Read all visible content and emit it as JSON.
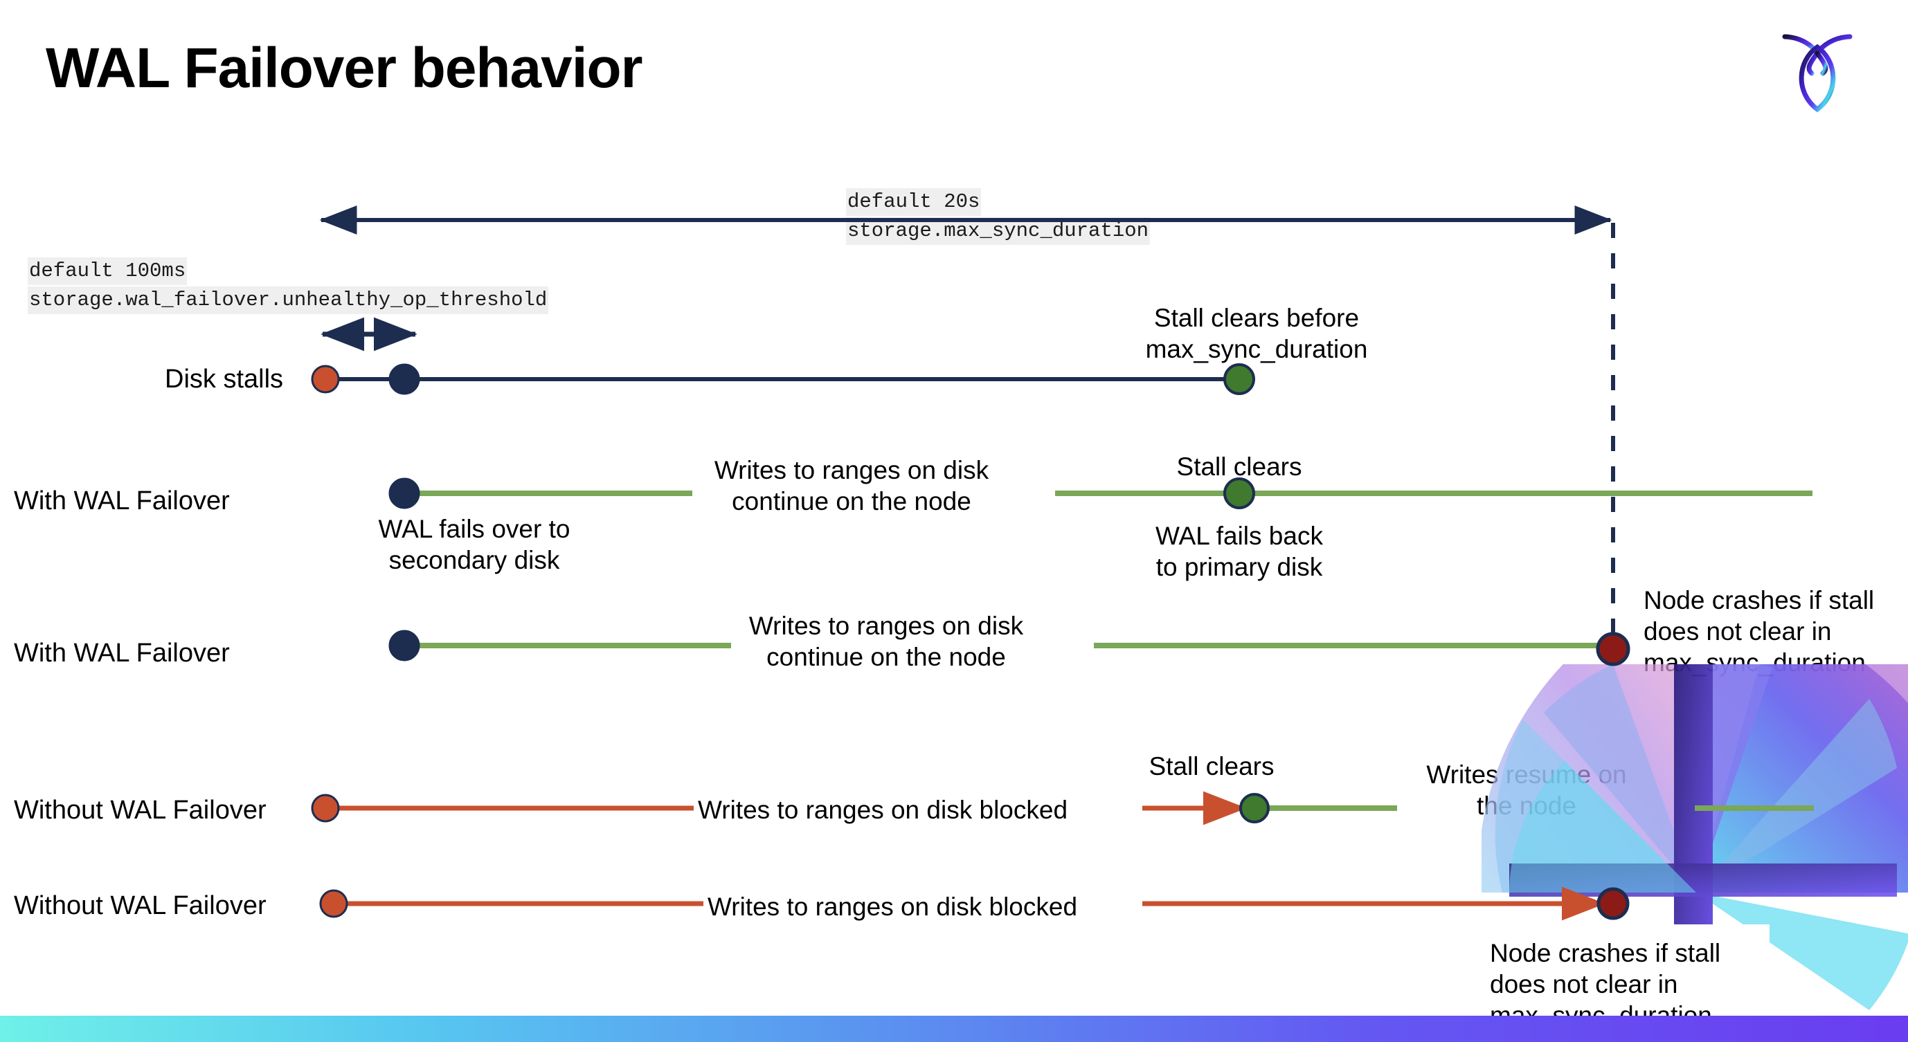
{
  "slide": {
    "title": "WAL Failover behavior",
    "logo_icon": "cockroach-logo-icon",
    "accent_navy": "#1d2d50",
    "accent_green": "#7aa758",
    "accent_orange": "#c9502e",
    "accent_darkred": "#8c1b17",
    "accent_dot_green": "#3f7a2e",
    "code_bg": "#efefef"
  },
  "annotations": {
    "max_sync": {
      "default": "default 20s",
      "setting": "storage.max_sync_duration"
    },
    "unhealthy": {
      "default": "default 100ms",
      "setting": "storage.wal_failover.unhealthy_op_threshold"
    }
  },
  "rows": [
    {
      "id": "disk-stalls",
      "label": "Disk stalls",
      "note_above": "Stall clears before\nmax_sync_duration"
    },
    {
      "id": "with-wal-failover-clears",
      "label": "With WAL Failover",
      "note_start": "WAL fails over to\nsecondary disk",
      "note_mid": "Writes to ranges on disk\ncontinue on the node",
      "note_clear": "Stall clears",
      "note_end": "WAL fails  back\nto primary disk"
    },
    {
      "id": "with-wal-failover-crash",
      "label": "With WAL Failover",
      "note_mid": "Writes to ranges on disk\ncontinue on the node",
      "note_crash": "Node crashes if stall\ndoes not clear in\nmax_sync_duration"
    },
    {
      "id": "without-wal-failover-clears",
      "label": "Without WAL Failover",
      "note_mid": "Writes to ranges on disk  blocked",
      "note_clear": "Stall clears",
      "note_resume": "Writes resume on\nthe node"
    },
    {
      "id": "without-wal-failover-crash",
      "label": "Without WAL Failover",
      "note_mid": "Writes to ranges on disk  blocked",
      "note_crash": "Node crashes if stall\ndoes not clear in\nmax_sync_duration"
    }
  ]
}
